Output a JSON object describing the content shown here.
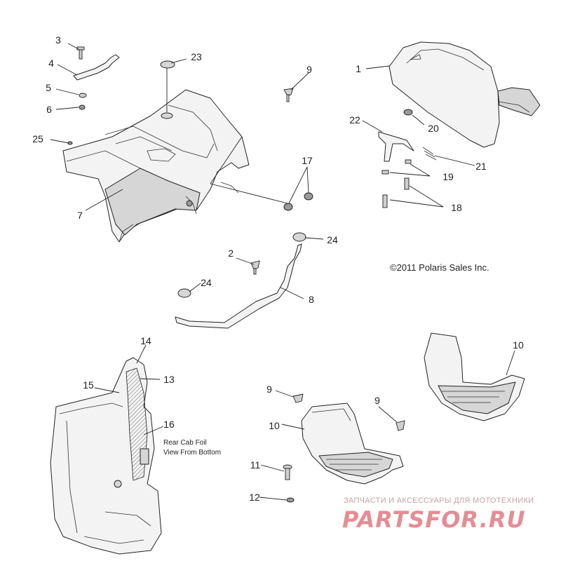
{
  "callouts": [
    {
      "id": "c1",
      "label": "1"
    },
    {
      "id": "c2",
      "label": "2"
    },
    {
      "id": "c3",
      "label": "3"
    },
    {
      "id": "c4",
      "label": "4"
    },
    {
      "id": "c5",
      "label": "5"
    },
    {
      "id": "c6",
      "label": "6"
    },
    {
      "id": "c7",
      "label": "7"
    },
    {
      "id": "c8",
      "label": "8"
    },
    {
      "id": "c9a",
      "label": "9"
    },
    {
      "id": "c9b",
      "label": "9"
    },
    {
      "id": "c9c",
      "label": "9"
    },
    {
      "id": "c10a",
      "label": "10"
    },
    {
      "id": "c10b",
      "label": "10"
    },
    {
      "id": "c11",
      "label": "11"
    },
    {
      "id": "c12",
      "label": "12"
    },
    {
      "id": "c13",
      "label": "13"
    },
    {
      "id": "c14",
      "label": "14"
    },
    {
      "id": "c15",
      "label": "15"
    },
    {
      "id": "c16",
      "label": "16"
    },
    {
      "id": "c17",
      "label": "17"
    },
    {
      "id": "c18",
      "label": "18"
    },
    {
      "id": "c19",
      "label": "19"
    },
    {
      "id": "c20",
      "label": "20"
    },
    {
      "id": "c21",
      "label": "21"
    },
    {
      "id": "c22",
      "label": "22"
    },
    {
      "id": "c23",
      "label": "23"
    },
    {
      "id": "c24a",
      "label": "24"
    },
    {
      "id": "c24b",
      "label": "24"
    },
    {
      "id": "c25",
      "label": "25"
    }
  ],
  "annotation": {
    "line1": "Rear Cab Foil",
    "line2": "View From Bottom"
  },
  "copyright": "©2011 Polaris Sales Inc.",
  "watermark": {
    "tagline": "ЗАПЧАСТИ И АКСЕССУАРЫ ДЛЯ МОТОТЕХНИКИ",
    "logo": "PARTSFOR.RU"
  },
  "colors": {
    "line": "#222222",
    "part_fill": "#f3f3f3",
    "shade": "#d6d6d6",
    "watermark": "#e58d93"
  }
}
